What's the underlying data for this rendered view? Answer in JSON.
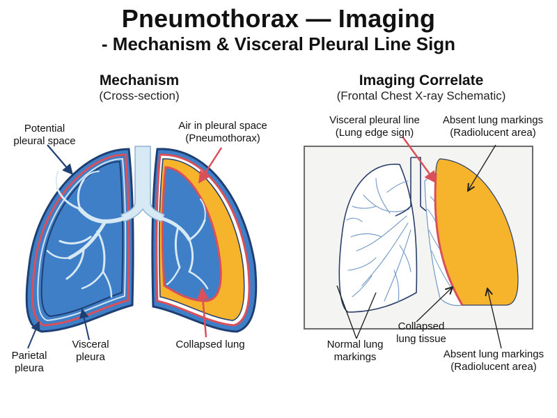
{
  "title": {
    "line1": "Pneumothorax — Imaging",
    "line2": "- Mechanism & Visceral Pleural Line Sign"
  },
  "left_panel": {
    "heading": "Mechanism",
    "subheading": "(Cross-section)",
    "labels": {
      "potential_space": [
        "Potential",
        "pleural space"
      ],
      "air_space": [
        "Air in pleural space",
        "(Pneumothorax)"
      ],
      "parietal": [
        "Parietal",
        "pleura"
      ],
      "visceral": [
        "Visceral",
        "pleura"
      ],
      "collapsed": [
        "Collapsed lung"
      ]
    }
  },
  "right_panel": {
    "heading": "Imaging Correlate",
    "subheading": "(Frontal Chest X-ray Schematic)",
    "labels": {
      "pleural_line": [
        "Visceral pleural line",
        "(Lung edge sign)"
      ],
      "absent_top": [
        "Absent lung markings",
        "(Radiolucent area)"
      ],
      "collapsed_tissue": [
        "Collapsed",
        "lung tissue"
      ],
      "normal_markings": [
        "Normal lung",
        "markings"
      ],
      "absent_bottom": [
        "Absent lung markings",
        "(Radiolucent area)"
      ]
    }
  },
  "colors": {
    "lung_blue": "#3f7fc8",
    "lung_outline": "#1f3f73",
    "pleura_red": "#d9505a",
    "air_orange": "#f6b32c",
    "airway": "#d6e9f5",
    "xray_line": "#2c3f6a"
  }
}
